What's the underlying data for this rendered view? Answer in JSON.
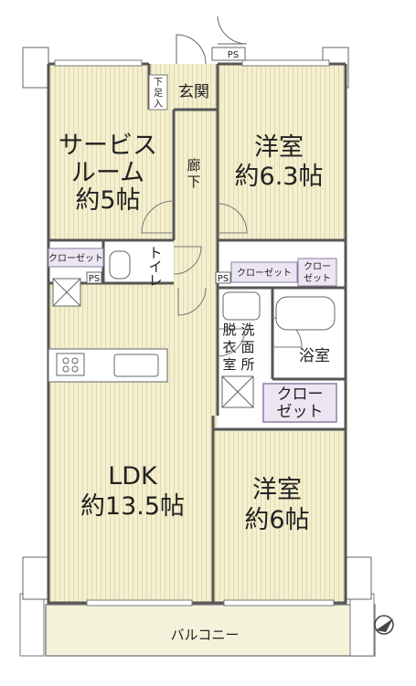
{
  "rooms": {
    "service_room": {
      "name_line1": "サービス",
      "name_line2": "ルーム",
      "size": "約5帖"
    },
    "western_room_1": {
      "name": "洋室",
      "size": "約6.3帖"
    },
    "ldk": {
      "name": "LDK",
      "size": "約13.5帖"
    },
    "western_room_2": {
      "name": "洋室",
      "size": "約6帖"
    },
    "entrance": "玄関",
    "shoe_box": [
      "下",
      "足",
      "入"
    ],
    "hallway": [
      "廊",
      "下"
    ],
    "toilet": [
      "ト",
      "イ",
      "レ"
    ],
    "washroom": [
      "脱",
      "衣",
      "室"
    ],
    "washroom_2": [
      "洗",
      "面",
      "所"
    ],
    "bathroom": "浴室",
    "closet_big": {
      "line1": "クロー",
      "line2": "ゼット"
    },
    "closet_small_right": {
      "line1": "クロー",
      "line2": "ゼット"
    },
    "closet_left": "クローゼット",
    "closet_mid": "クローゼット",
    "balcony": "バルコニー"
  },
  "ps_labels": [
    "PS",
    "PS",
    "PS"
  ],
  "colors": {
    "wall": "#555555",
    "room_fill": "#f4efcf",
    "stripe": "#ddd3a8",
    "wet_fill": "#ffffff",
    "closet_fill": "#ece6f2",
    "closet_border": "#8a7ba6",
    "balcony_fill": "#f2f2d8"
  }
}
